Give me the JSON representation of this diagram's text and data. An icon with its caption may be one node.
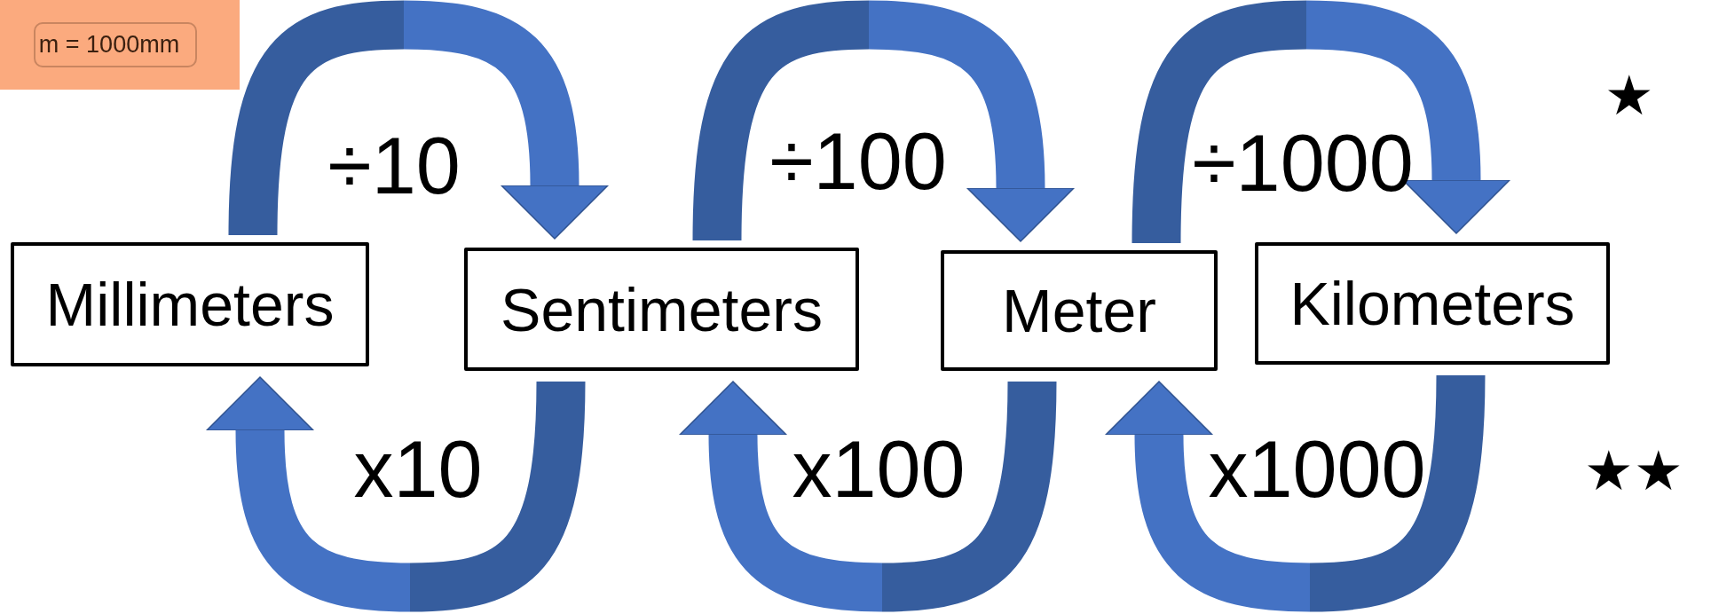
{
  "diagram": {
    "nodes": [
      {
        "text": [
          "m = 1000mm"
        ]
      },
      {
        "text": [
          "Millimeters"
        ]
      },
      {
        "text": [
          "Sentimeters"
        ]
      },
      {
        "text": [
          "Meter"
        ]
      },
      {
        "text": [
          "Kilometers"
        ]
      }
    ],
    "edges": [
      {
        "from": 1,
        "to": 2,
        "arrow": "to",
        "label": "÷10"
      },
      {
        "from": 2,
        "to": 3,
        "arrow": "to",
        "label": "÷100"
      },
      {
        "from": 3,
        "to": 4,
        "arrow": "to",
        "label": "÷1000"
      },
      {
        "from": 2,
        "to": 1,
        "arrow": "to",
        "label": "x10"
      },
      {
        "from": 3,
        "to": 2,
        "arrow": "to",
        "label": "x100"
      },
      {
        "from": 4,
        "to": 3,
        "arrow": "to",
        "label": "x1000"
      }
    ],
    "labels": [
      "★",
      "★★"
    ]
  }
}
